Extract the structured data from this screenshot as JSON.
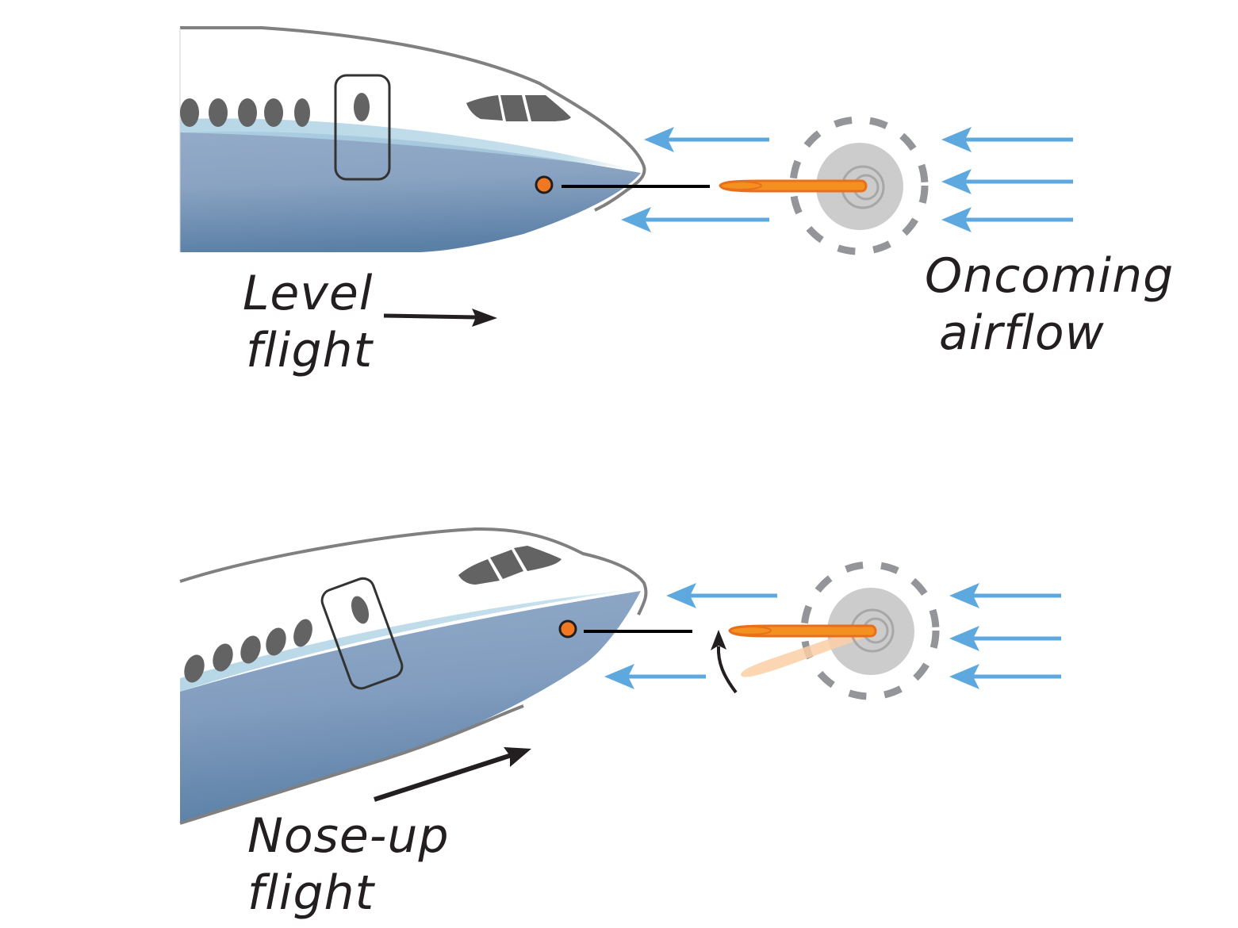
{
  "diagram": {
    "title": "Angle-of-attack vane in oncoming airflow",
    "colors": {
      "fuselage_top": "#ffffff",
      "fuselage_belly_light": "#93abc9",
      "fuselage_belly_dark": "#5b80a6",
      "cheatline": "#aed2e4",
      "outline": "#808080",
      "windows": "#636363",
      "door_outline": "#333333",
      "airflow_arrow": "#5da9df",
      "vane_fill": "#f39020",
      "vane_stroke": "#e86f1c",
      "vane_ghost": "#fbcfa6",
      "sensor_dot": "#f07822",
      "hub_disc": "#cccccc",
      "hub_rings": "#a7a7a7",
      "dashed_ring": "#939598",
      "text": "#231f20"
    },
    "panels": [
      {
        "id": "level",
        "label_line1": "Level",
        "label_line2": "flight",
        "direction_arrow": "right-arrow",
        "vane_state": "aligned-with-airflow",
        "airflow_label_line1": "Oncoming",
        "airflow_label_line2": "airflow"
      },
      {
        "id": "nose-up",
        "label_line1": "Nose-up",
        "label_line2": "flight",
        "direction_arrow": "up-right-arrow",
        "vane_state": "rotated-to-airflow",
        "ghost_vane": "previous-position",
        "rotation_arrow": "curved-up-arrow"
      }
    ]
  }
}
